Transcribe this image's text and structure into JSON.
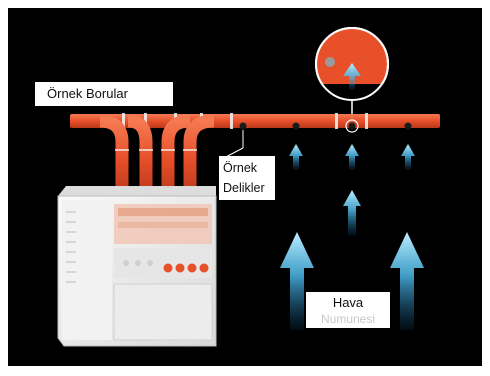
{
  "labels": {
    "sample_pipes": "Örnek Borular",
    "sample_holes_line1": "Örnek",
    "sample_holes_line2": "Delikler",
    "air_line1": "Hava",
    "air_line2": "Numunesi"
  },
  "colors": {
    "background": "#000000",
    "pipe": "#e8502a",
    "pipe_highlight": "#f57a52",
    "arrow": "#4fc3f7",
    "panel": "#eeeeee",
    "panel_button": "#e8502a"
  },
  "icons": {
    "air_arrow": "up-arrow-icon",
    "sample_hole": "hole-icon",
    "magnifier": "magnifier-circle-icon"
  }
}
